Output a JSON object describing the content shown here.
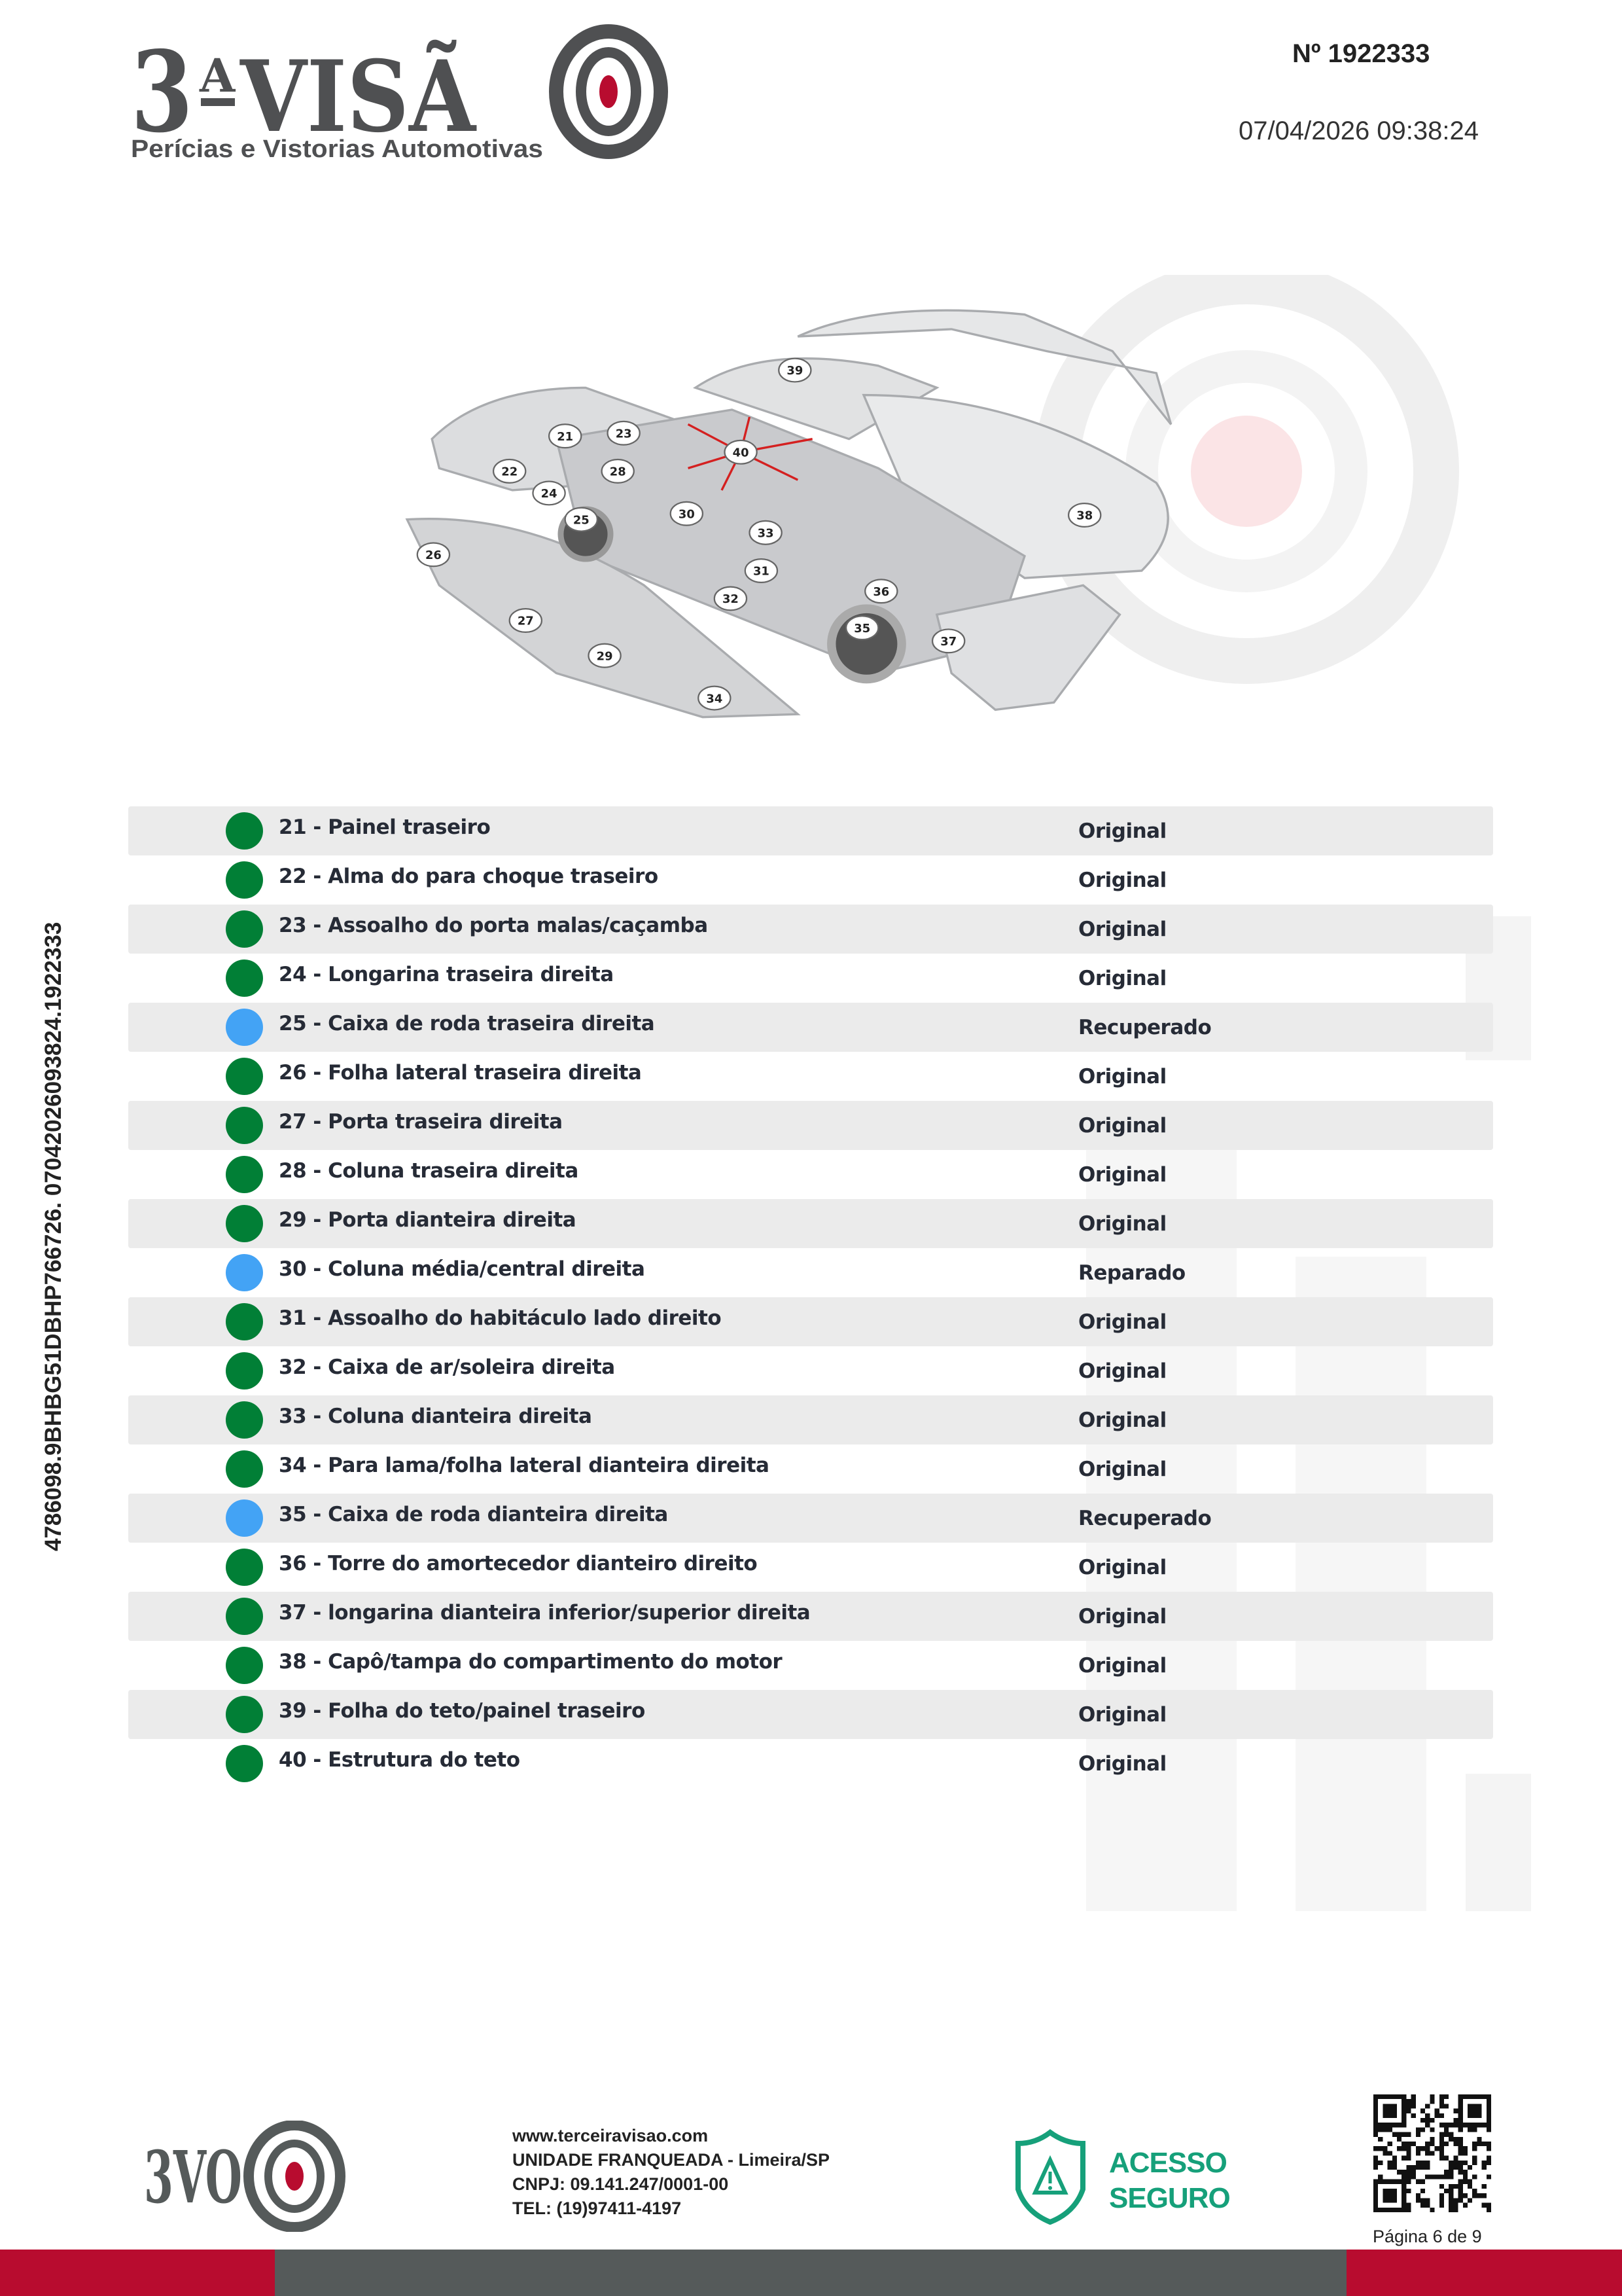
{
  "header": {
    "logo_text": "3ªVISÃO",
    "logo_tagline": "Perícias e Vistorias Automotivas",
    "doc_number": "Nº 1922333",
    "datetime": "07/04/2026 09:38:24"
  },
  "side_code": "4786098.9BHBG51DBHP766726. 07042026093824.1922333",
  "diagram_labels": [
    "21",
    "22",
    "23",
    "24",
    "25",
    "26",
    "27",
    "28",
    "29",
    "30",
    "31",
    "32",
    "33",
    "34",
    "35",
    "36",
    "37",
    "38",
    "39",
    "40"
  ],
  "status_colors": {
    "Original": "#017f36",
    "Recuperado": "#43a3f5",
    "Reparado": "#43a3f5"
  },
  "items": [
    {
      "label": "21 - Painel traseiro",
      "status": "Original"
    },
    {
      "label": "22 - Alma do para choque traseiro",
      "status": "Original"
    },
    {
      "label": "23 - Assoalho do porta malas/caçamba",
      "status": "Original"
    },
    {
      "label": "24 - Longarina traseira direita",
      "status": "Original"
    },
    {
      "label": "25 - Caixa de roda traseira direita",
      "status": "Recuperado"
    },
    {
      "label": "26 - Folha lateral traseira direita",
      "status": "Original"
    },
    {
      "label": "27 - Porta traseira direita",
      "status": "Original"
    },
    {
      "label": "28 - Coluna traseira direita",
      "status": "Original"
    },
    {
      "label": "29 - Porta dianteira direita",
      "status": "Original"
    },
    {
      "label": "30 - Coluna média/central direita",
      "status": "Reparado"
    },
    {
      "label": "31 - Assoalho do habitáculo lado direito",
      "status": "Original"
    },
    {
      "label": "32 - Caixa de ar/soleira direita",
      "status": "Original"
    },
    {
      "label": "33 - Coluna dianteira direita",
      "status": "Original"
    },
    {
      "label": "34 - Para lama/folha lateral dianteira direita",
      "status": "Original"
    },
    {
      "label": "35 - Caixa de roda dianteira direita",
      "status": "Recuperado"
    },
    {
      "label": "36 - Torre do amortecedor dianteiro direito",
      "status": "Original"
    },
    {
      "label": "37 - longarina dianteira inferior/superior direita",
      "status": "Original"
    },
    {
      "label": "38 - Capô/tampa do compartimento do motor",
      "status": "Original"
    },
    {
      "label": "39 - Folha do teto/painel traseiro",
      "status": "Original"
    },
    {
      "label": "40 - Estrutura do teto",
      "status": "Original"
    }
  ],
  "footer": {
    "logo_text": "3VO",
    "website": "www.terceiravisao.com",
    "unit": "UNIDADE FRANQUEADA - Limeira/SP",
    "cnpj": "CNPJ: 09.141.247/0001-00",
    "tel": "TEL: (19)97411-4197",
    "secure_line1": "ACESSO",
    "secure_line2": "SEGURO",
    "page": "Página 6 de 9"
  },
  "colors": {
    "brand_red": "#b80c2f",
    "brand_grey": "#555a5a",
    "secure_green": "#16a07a"
  }
}
